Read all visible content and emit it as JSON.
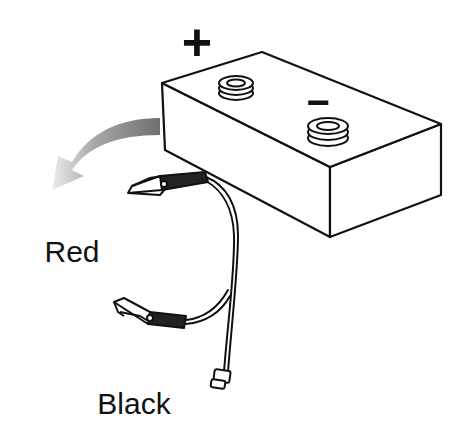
{
  "diagram": {
    "labels": [
      "+",
      "−",
      "Red",
      "Black"
    ]
  }
}
